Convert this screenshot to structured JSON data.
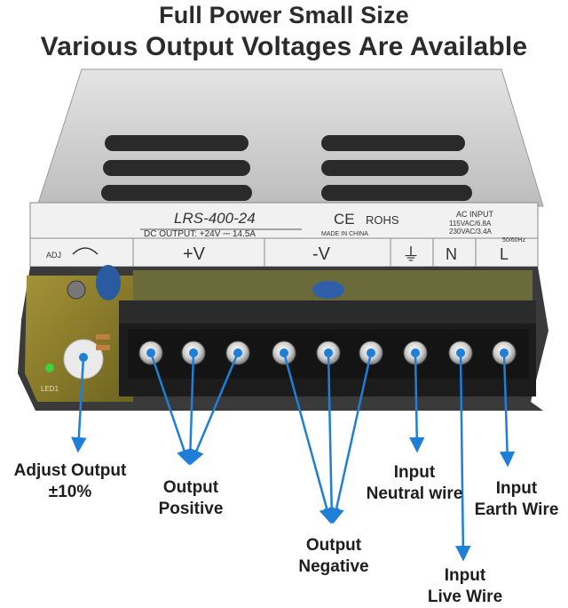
{
  "headline": {
    "line1": "Full Power   Small Size",
    "line2": "Various Output Voltages Are Available"
  },
  "device": {
    "model": "LRS-400-24",
    "dc_output": "DC OUTPUT: +24V ⎓ 14.5A",
    "ce_mark": "CE",
    "rohs": "ROHS",
    "made_in": "MADE IN CHINA",
    "ac_input_title": "AC INPUT",
    "ac_input_line1": "115VAC/6.8A",
    "ac_input_line2": "230VAC/3.4A",
    "ac_input_freq": "50/60Hz",
    "adj": "ADJ",
    "terminals": {
      "plus_v": "+V",
      "minus_v": "-V",
      "earth": "⏚",
      "neutral": "N",
      "live": "L"
    },
    "led_label": "LED1"
  },
  "callouts": {
    "adjust_1": "Adjust Output",
    "adjust_2": "±10%",
    "positive_1": "Output",
    "positive_2": "Positive",
    "negative_1": "Output",
    "negative_2": "Negative",
    "neutral_1": "Input",
    "neutral_2": "Neutral wire",
    "live_1": "Input",
    "live_2": "Live Wire",
    "earth_1": "Input",
    "earth_2": "Earth Wire"
  },
  "colors": {
    "arrow": "#1f7fd6",
    "pcb": "#8a7a28",
    "terminal_block": "#1c1c1c",
    "screw": "#c9c9c9",
    "case": "#d2d2d2"
  }
}
